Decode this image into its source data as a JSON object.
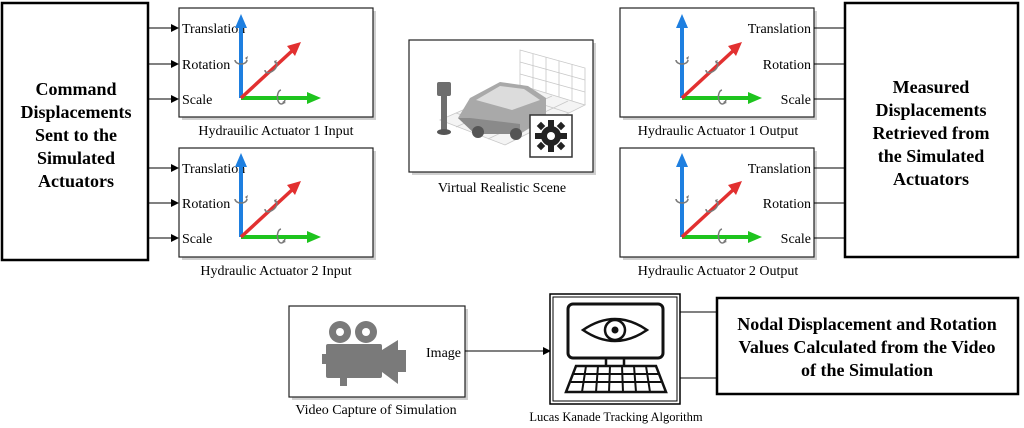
{
  "left_box": {
    "lines": [
      "Command",
      "Displacements",
      "Sent to the",
      "Simulated",
      "Actuators"
    ]
  },
  "right_box": {
    "lines": [
      "Measured",
      "Displacements",
      "Retrieved from",
      "the Simulated",
      "Actuators"
    ]
  },
  "bottom_box": {
    "lines": [
      "Nodal Displacement and Rotation",
      "Values Calculated from the Video",
      "of the Simulation"
    ]
  },
  "actuator_in_1": {
    "caption": "Hydrauilic Actuator 1 Input",
    "ports": [
      "Translation",
      "Rotation",
      "Scale"
    ]
  },
  "actuator_in_2": {
    "caption": "Hydraulic Actuator 2 Input",
    "ports": [
      "Translation",
      "Rotation",
      "Scale"
    ]
  },
  "actuator_out_1": {
    "caption": "Hydraulic Actuator 1 Output",
    "ports": [
      "Translation",
      "Rotation",
      "Scale"
    ]
  },
  "actuator_out_2": {
    "caption": "Hydraulic Actuator 2 Output",
    "ports": [
      "Translation",
      "Rotation",
      "Scale"
    ]
  },
  "scene": {
    "caption": "Virtual Realistic Scene"
  },
  "video": {
    "caption": "Video Capture of Simulation",
    "port": "Image"
  },
  "tracker": {
    "caption": "Lucas Kanade Tracking Algorithm"
  },
  "colors": {
    "axis_x": "#1ec41e",
    "axis_y": "#1e7fe0",
    "axis_z": "#e23030",
    "gray_icon": "#7a7a7a"
  }
}
